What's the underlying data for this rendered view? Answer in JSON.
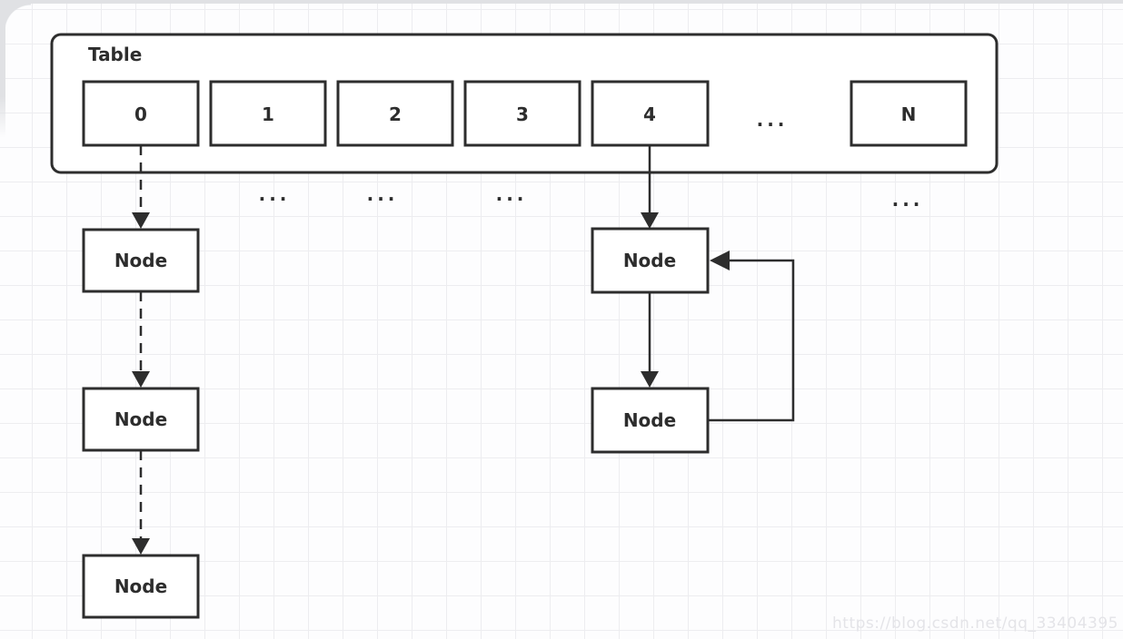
{
  "page": {
    "watermark": "https://blog.csdn.net/qq_33404395"
  },
  "diagram": {
    "table": {
      "label": "Table",
      "cells": [
        {
          "label": "0"
        },
        {
          "label": "1"
        },
        {
          "label": "2"
        },
        {
          "label": "3"
        },
        {
          "label": "4"
        },
        {
          "label": "N"
        }
      ],
      "gap_ellipsis": "..."
    },
    "bucket_ellipses": [
      "...",
      "...",
      "...",
      "..."
    ],
    "chains": {
      "bucket0": {
        "link_style": "dashed",
        "nodes": [
          "Node",
          "Node",
          "Node"
        ]
      },
      "bucket4": {
        "link_style": "solid",
        "cycle": true,
        "nodes": [
          "Node",
          "Node"
        ]
      }
    },
    "colors": {
      "stroke": "#2d2d2d",
      "box_fill": "#ffffff",
      "grid_line": "#ededf0",
      "canvas_bg": "#fdfdfe",
      "edge_gray": "#e0e1e4",
      "watermark": "#e4e4e8"
    }
  }
}
